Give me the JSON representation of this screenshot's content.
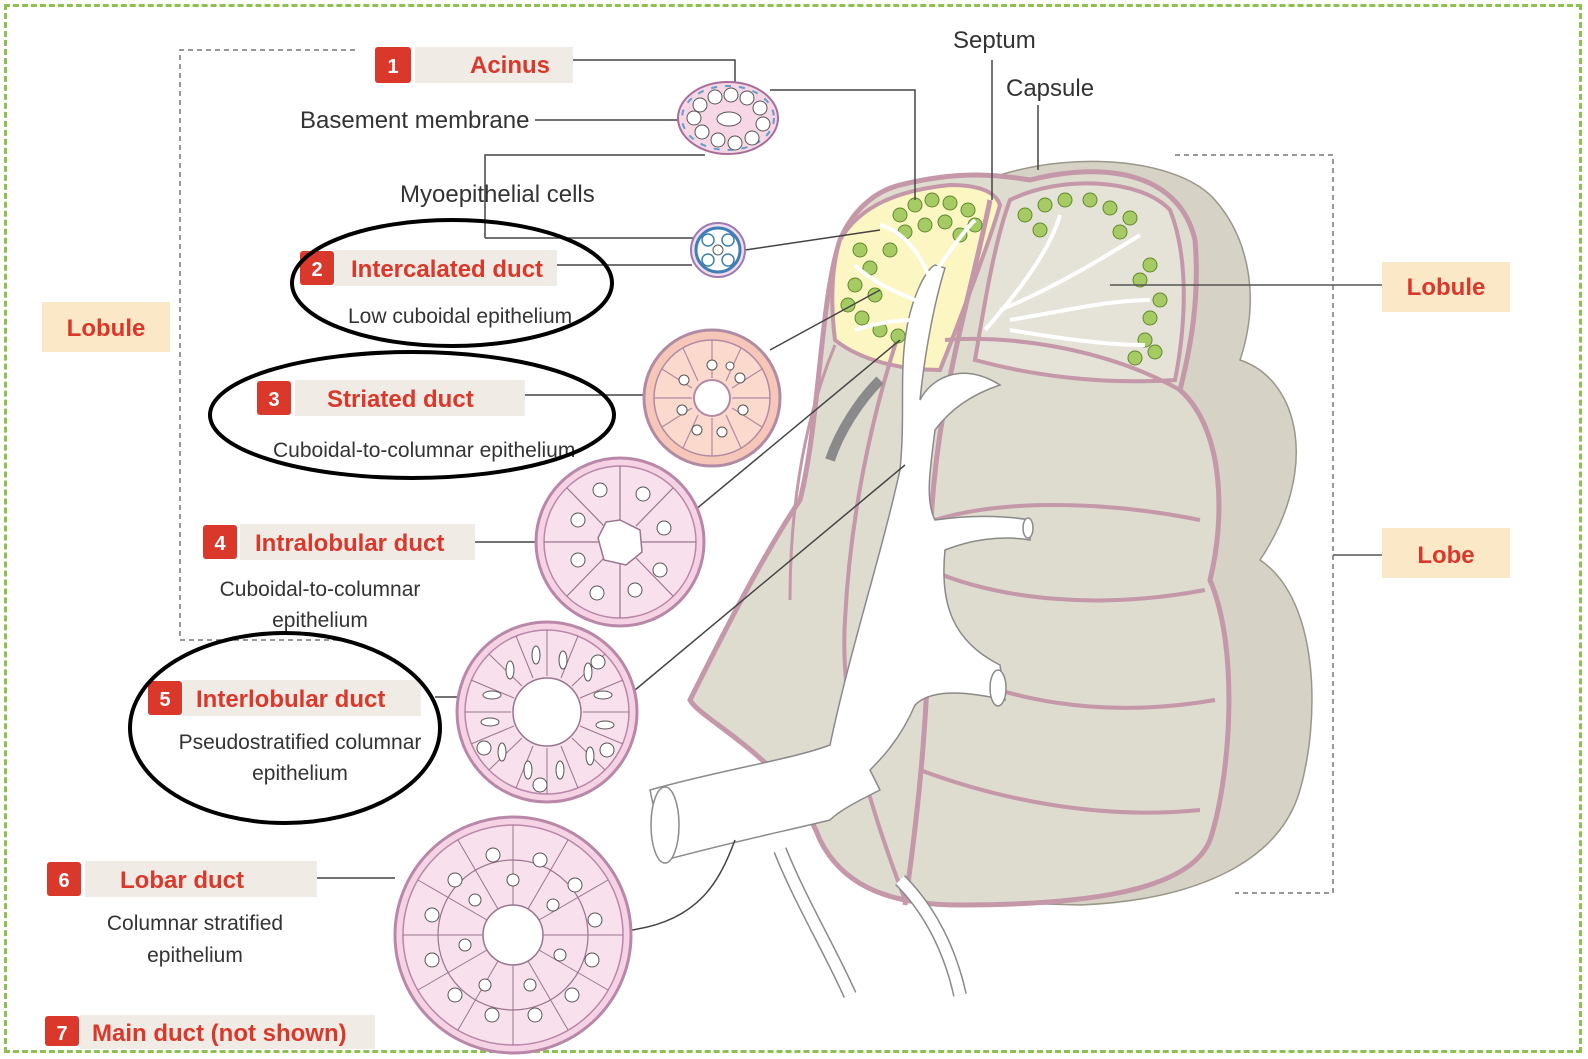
{
  "title": "",
  "colors": {
    "accent_red": "#d9382b",
    "label_bg": "#f1ebe5",
    "lobe_label_bg": "#fbe8c7",
    "lobe_fill": "#dcd9cd",
    "capsule": "#c497a9",
    "acinus_green": "#9bc35a",
    "duct_pink": "#f6d8e6",
    "frame_green": "#8cc152"
  },
  "ducts": [
    {
      "number": "1",
      "name": "Acinus",
      "epithelium": ""
    },
    {
      "number": "2",
      "name": "Intercalated duct",
      "epithelium": "Low cuboidal epithelium"
    },
    {
      "number": "3",
      "name": "Striated duct",
      "epithelium": "Cuboidal-to-columnar epithelium"
    },
    {
      "number": "4",
      "name": "Intralobular duct",
      "epithelium_lines": [
        "Cuboidal-to-columnar",
        "epithelium"
      ]
    },
    {
      "number": "5",
      "name": "Interlobular duct",
      "epithelium_lines": [
        "Pseudostratified columnar",
        "epithelium"
      ]
    },
    {
      "number": "6",
      "name": "Lobar duct",
      "epithelium_lines": [
        "Columnar stratified",
        "epithelium"
      ]
    },
    {
      "number": "7",
      "name": "Main duct (not shown)",
      "epithelium": ""
    }
  ],
  "structures": {
    "basement_membrane": "Basement membrane",
    "myoepithelial_cells": "Myoepithelial cells",
    "septum": "Septum",
    "capsule": "Capsule"
  },
  "region_labels": {
    "lobule_left": "Lobule",
    "lobule_right": "Lobule",
    "lobe": "Lobe"
  },
  "highlighted_ducts": [
    "2",
    "3",
    "5"
  ]
}
